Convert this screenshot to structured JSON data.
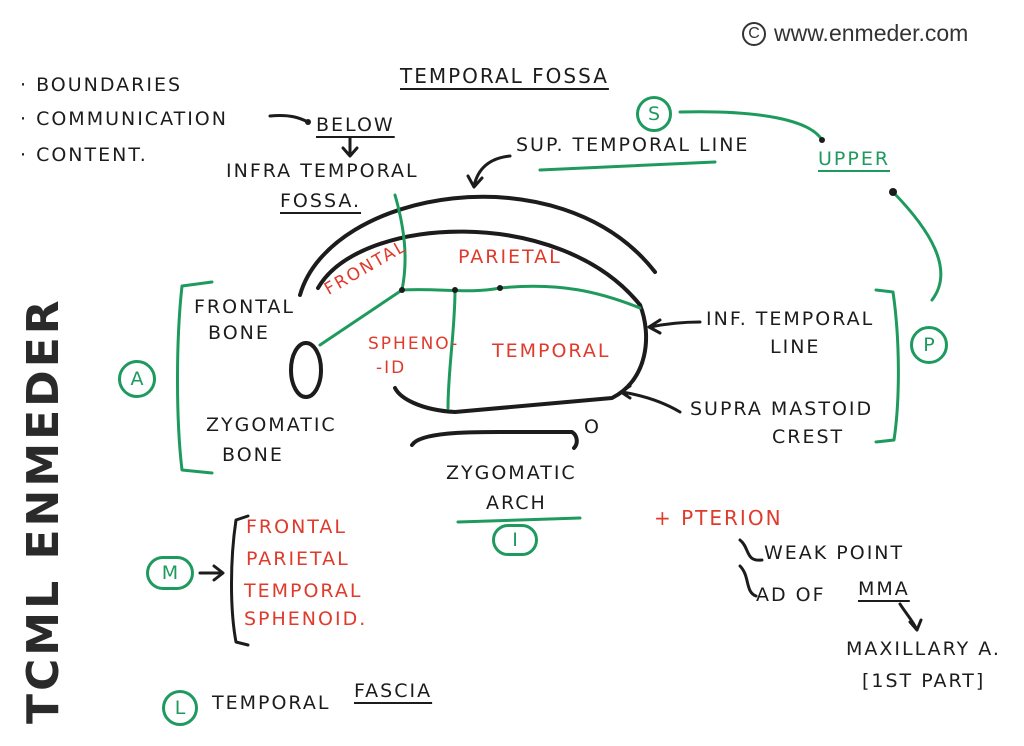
{
  "watermark": {
    "symbol": "C",
    "url": "www.enmeder.com"
  },
  "side_brand": "TCML ENMEDER",
  "title": "TEMPORAL FOSSA",
  "outline": [
    "· BOUNDARIES",
    "· COMMUNICATION",
    "· CONTENT."
  ],
  "communication": {
    "below": "BELOW",
    "target_line1": "INFRA TEMPORAL",
    "target_line2": "FOSSA."
  },
  "boundaries": {
    "superior_marker": "S",
    "sup_line": "SUP. TEMPORAL LINE",
    "upper": "UPPER",
    "anterior_marker": "A",
    "frontal_bone": [
      "FRONTAL",
      "BONE"
    ],
    "zygomatic_bone": [
      "ZYGOMATIC",
      "BONE"
    ],
    "posterior_marker": "P",
    "inf_line": [
      "INF. TEMPORAL",
      "LINE"
    ],
    "supramastoid": [
      "SUPRA MASTOID",
      "CREST"
    ],
    "inferior_marker": "I",
    "zygomatic_arch": [
      "ZYGOMATIC",
      "ARCH"
    ],
    "small_circle": "O"
  },
  "skull_regions": {
    "parietal": "PARIETAL",
    "frontal": "FRONTAL",
    "sphenoid": [
      "SPHENO-",
      "-ID"
    ],
    "temporal": "TEMPORAL"
  },
  "medial": {
    "marker": "M",
    "bones": [
      "FRONTAL",
      "PARIETAL",
      "TEMPORAL",
      "SPHENOID."
    ]
  },
  "pterion": {
    "label": "+ PTERION",
    "weak": "WEAK POINT",
    "ad": "AD OF",
    "mma": "MMA",
    "maxillary": "MAXILLARY A.",
    "part": "[1ST PART]"
  },
  "lateral": {
    "marker": "L",
    "text_a": "TEMPORAL",
    "text_b": "FASCIA"
  },
  "colors": {
    "ink": "#1c1c1c",
    "red": "#e03a2c",
    "green": "#1f9a5e"
  }
}
